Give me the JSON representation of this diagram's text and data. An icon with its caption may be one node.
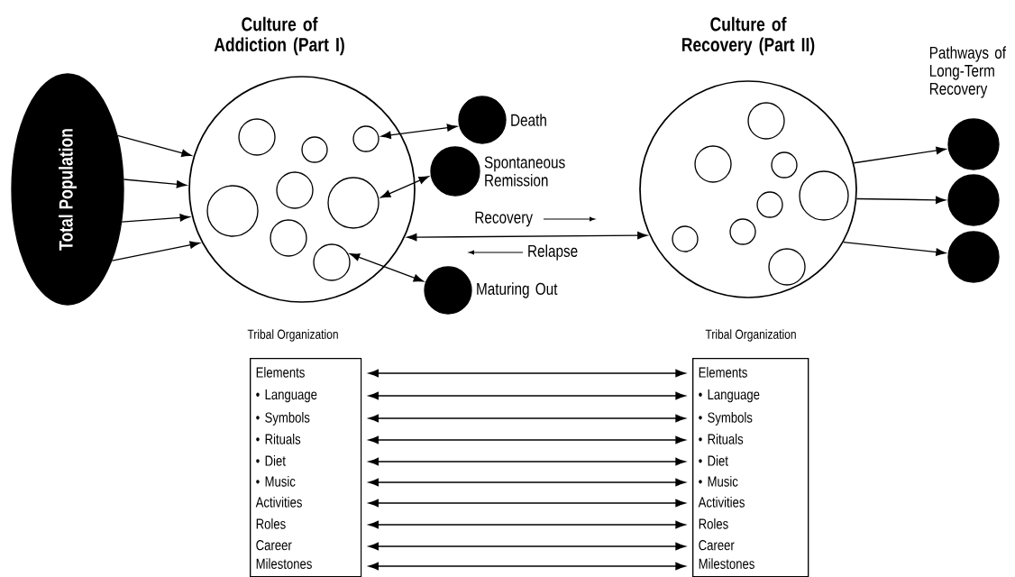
{
  "diagram": {
    "nodes": [
      {
        "text": [
          "Total Population"
        ]
      },
      {
        "text": [
          "Culture of Addiction (Part I)"
        ]
      },
      {
        "text": [],
        "shape": "circle",
        "in": 1
      },
      {
        "text": [],
        "shape": "circle",
        "in": 1
      },
      {
        "text": [],
        "shape": "circle",
        "in": 1
      },
      {
        "text": [],
        "shape": "circle",
        "in": 1
      },
      {
        "text": [],
        "shape": "circle",
        "in": 1
      },
      {
        "text": [],
        "shape": "circle",
        "in": 1
      },
      {
        "text": [],
        "shape": "circle",
        "in": 1
      },
      {
        "text": [],
        "shape": "circle",
        "in": 1
      },
      {
        "text": [],
        "shape": "circle",
        "beside": [
          "Death"
        ]
      },
      {
        "text": [],
        "shape": "circle",
        "beside": [
          "Spontaneous Remission"
        ]
      },
      {
        "text": [],
        "shape": "circle",
        "beside": [
          "Maturing Out"
        ]
      },
      {
        "text": [
          "Culture of Recovery (Part II)"
        ]
      },
      {
        "text": [],
        "shape": "circle",
        "in": 13
      },
      {
        "text": [],
        "shape": "circle",
        "in": 13
      },
      {
        "text": [],
        "shape": "circle",
        "in": 13
      },
      {
        "text": [],
        "shape": "circle",
        "in": 13
      },
      {
        "text": [],
        "shape": "circle",
        "in": 13
      },
      {
        "text": [],
        "shape": "circle",
        "in": 13
      },
      {
        "text": [],
        "shape": "circle",
        "in": 13
      },
      {
        "text": [],
        "shape": "circle",
        "in": 13
      },
      {
        "text": [],
        "shape": "circle"
      },
      {
        "text": [],
        "shape": "circle"
      },
      {
        "text": [],
        "shape": "circle"
      },
      {
        "text": [
          "Elements",
          "• Language",
          "• Symbols",
          "• Rituals",
          "• Diet",
          "• Music",
          "Activities",
          "Roles",
          "Career Milestones"
        ]
      },
      {
        "text": [
          "Elements",
          "• Language",
          "• Symbols",
          "• Rituals",
          "• Diet",
          "• Music",
          "Activities",
          "Roles",
          "Career Milestones"
        ]
      }
    ],
    "edges": [
      {
        "from": 0,
        "to": 1,
        "arrow": "to"
      },
      {
        "from": 0,
        "to": 1,
        "arrow": "to"
      },
      {
        "from": 0,
        "to": 1,
        "arrow": "to"
      },
      {
        "from": 0,
        "to": 1,
        "arrow": "to"
      },
      {
        "from": 4,
        "to": 10,
        "arrow": "both"
      },
      {
        "from": 6,
        "to": 11,
        "arrow": "both"
      },
      {
        "from": 9,
        "to": 12,
        "arrow": "both"
      },
      {
        "from": 1,
        "to": 13,
        "arrow": "both"
      },
      {
        "from": 13,
        "to": 22,
        "arrow": "to"
      },
      {
        "from": 13,
        "to": 23,
        "arrow": "to"
      },
      {
        "from": 13,
        "to": 24,
        "arrow": "to"
      },
      {
        "from": 25,
        "to": 26,
        "arrow": "both"
      },
      {
        "from": 25,
        "to": 26,
        "arrow": "both"
      },
      {
        "from": 25,
        "to": 26,
        "arrow": "both"
      },
      {
        "from": 25,
        "to": 26,
        "arrow": "both"
      },
      {
        "from": 25,
        "to": 26,
        "arrow": "both"
      },
      {
        "from": 25,
        "to": 26,
        "arrow": "both"
      },
      {
        "from": 25,
        "to": 26,
        "arrow": "both"
      },
      {
        "from": 25,
        "to": 26,
        "arrow": "both"
      },
      {
        "from": 25,
        "to": 26,
        "arrow": "both"
      },
      {
        "from": 25,
        "to": 26,
        "arrow": "both"
      }
    ],
    "labels": [
      "Pathways of Long-Term Recovery",
      "Recovery",
      "Relapse",
      "Tribal Organization",
      "Tribal Organization"
    ]
  }
}
